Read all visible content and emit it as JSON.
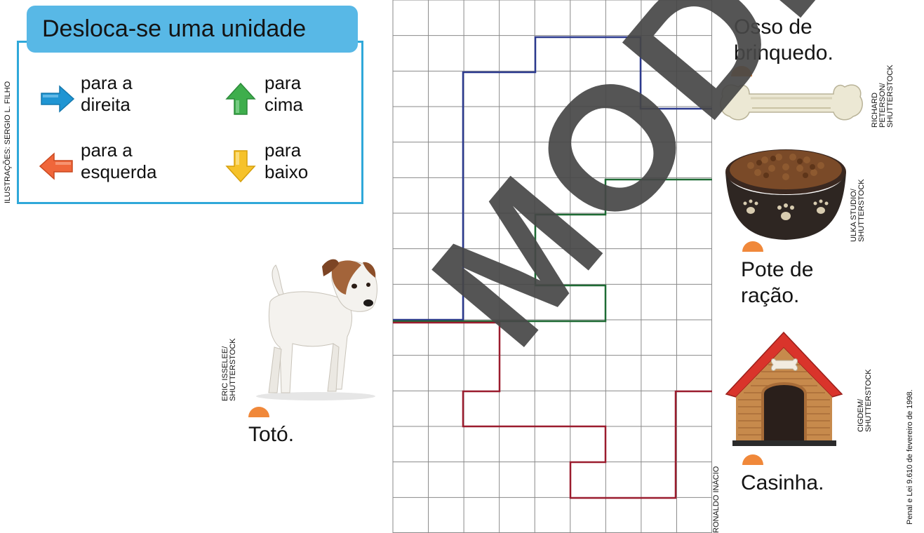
{
  "legend": {
    "title": "Desloca-se uma unidade",
    "items": [
      {
        "icon": "arrow-right-icon",
        "label": "para a\ndireita",
        "color": "#1f95d3"
      },
      {
        "icon": "arrow-up-icon",
        "label": "para\ncima",
        "color": "#3eae4c"
      },
      {
        "icon": "arrow-left-icon",
        "label": "para a\nesquerda",
        "color": "#f0663a"
      },
      {
        "icon": "arrow-down-icon",
        "label": "para\nbaixo",
        "color": "#f6c22a"
      }
    ],
    "border_color": "#2fa8d9",
    "title_bg": "#58b8e6"
  },
  "credits": {
    "illustrations": "ILUSTRAÇÕES: SERGIO L. FILHO",
    "dog": "ERIC ISSELEE/\nSHUTTERSTOCK",
    "bone": "RICHARD\nPETERSON/\nSHUTTERSTOCK",
    "bowl": "ULKA STUDIO/\nSHUTTERSTOCK",
    "house": "CIGDEM/\nSHUTTERSTOCK",
    "grid": "RONALDO INÁCIO",
    "law": "Penal e Lei 9.610 de fevereiro de 1998."
  },
  "captions": {
    "dog": "Totó.",
    "bone": "Osso de\nbrinquedo.",
    "bowl": "Pote de\nração.",
    "house": "Casinha."
  },
  "paths": {
    "blue": {
      "color": "#2c3a8f",
      "description": "path to bone"
    },
    "green": {
      "color": "#1e6b34",
      "description": "path to bowl"
    },
    "red": {
      "color": "#9b1c2e",
      "description": "path to house"
    }
  },
  "watermark": {
    "text": "MODERNA",
    "color": "#474747"
  },
  "marker_color": "#f0883a"
}
